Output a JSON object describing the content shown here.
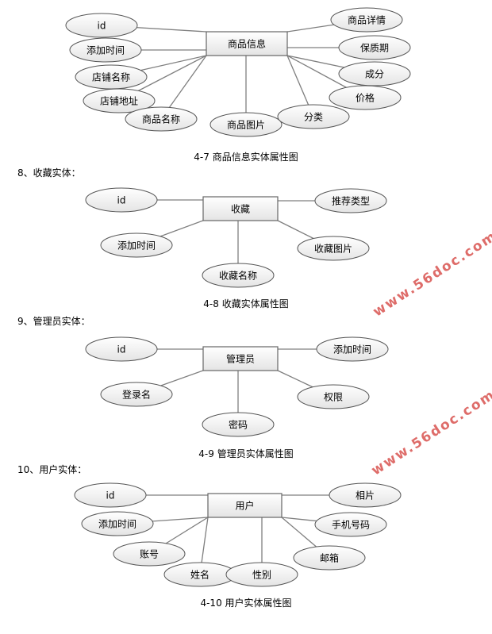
{
  "diagrams": [
    {
      "entity": "商品信息",
      "attributes": [
        "id",
        "添加时间",
        "店铺名称",
        "店铺地址",
        "商品名称",
        "商品图片",
        "分类",
        "价格",
        "成分",
        "保质期",
        "商品详情"
      ],
      "caption": "4-7 商品信息实体属性图"
    },
    {
      "heading": "8、收藏实体：",
      "entity": "收藏",
      "attributes": [
        "id",
        "添加时间",
        "收藏名称",
        "收藏图片",
        "推荐类型"
      ],
      "caption": "4-8 收藏实体属性图"
    },
    {
      "heading": "9、管理员实体：",
      "entity": "管理员",
      "attributes": [
        "id",
        "登录名",
        "密码",
        "权限",
        "添加时间"
      ],
      "caption": "4-9 管理员实体属性图"
    },
    {
      "heading": "10、用户实体：",
      "entity": "用户",
      "attributes": [
        "id",
        "添加时间",
        "账号",
        "姓名",
        "性别",
        "邮箱",
        "手机号码",
        "相片"
      ],
      "caption": "4-10 用户实体属性图"
    }
  ],
  "watermark": "www.56doc.com",
  "colors": {
    "line": "#7f7f7f",
    "watermark": "#d9534f"
  }
}
